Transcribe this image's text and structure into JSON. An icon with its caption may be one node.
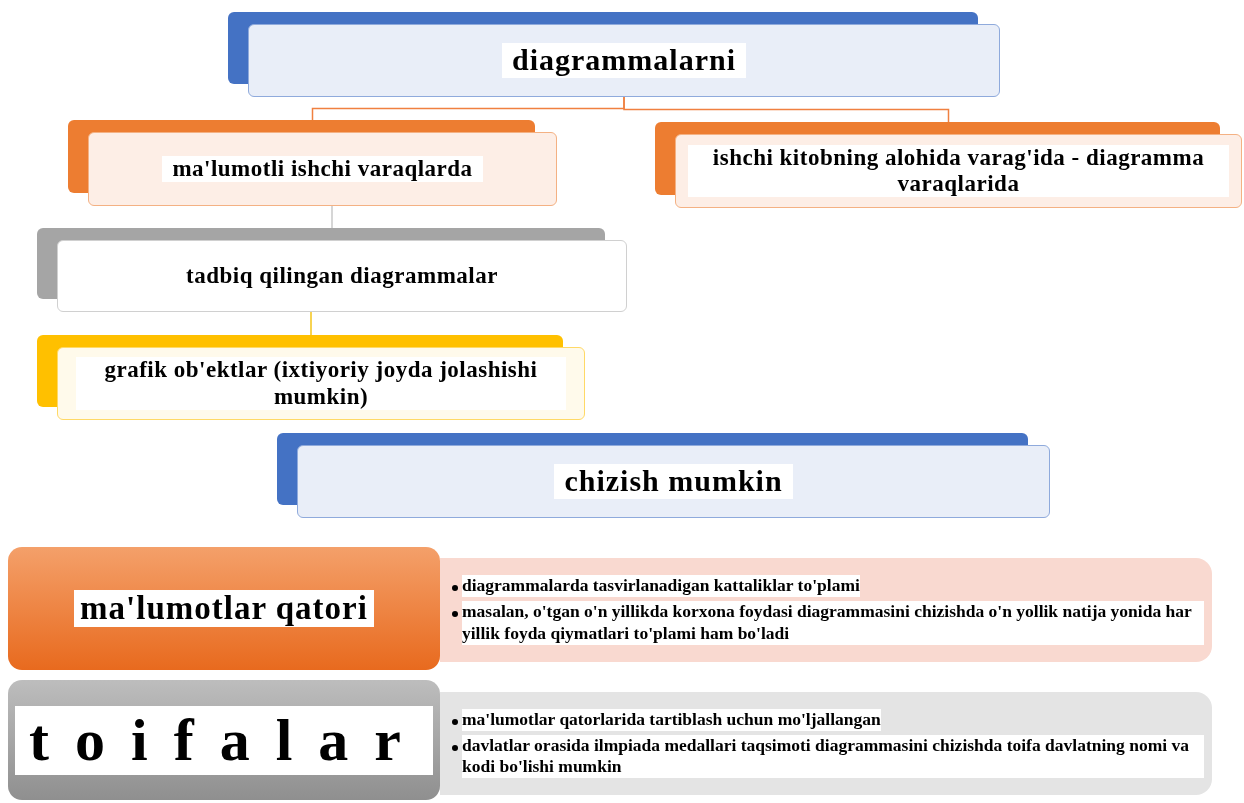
{
  "diagram": {
    "nodes": [
      {
        "text": [
          "diagrammalarni"
        ]
      },
      {
        "text": [
          "ma'lumotli ishchi varaqlarda"
        ]
      },
      {
        "text": [
          "ishchi kitobning alohida varag'ida - diagramma varaqlarida"
        ]
      },
      {
        "text": [
          "tadbiq qilingan diagrammalar"
        ]
      },
      {
        "text": [
          "grafik ob'ektlar (ixtiyoriy joyda jolashishi mumkin)"
        ]
      },
      {
        "text": [
          "chizish mumkin"
        ]
      },
      {
        "text": [
          "ma'lumotlar qatori"
        ]
      },
      {
        "text": [
          "diagrammalarda tasvirlanadigan kattaliklar to'plami",
          "masalan, o'tgan o'n yillikda korxona foydasi diagrammasini chizishda o'n yollik natija yonida har yillik foyda qiymatlari to'plami ham bo'ladi"
        ]
      },
      {
        "text": [
          "toifalar"
        ]
      },
      {
        "text": [
          "ma'lumotlar qatorlarida tartiblash uchun mo'ljallangan",
          "davlatlar orasida ilmpiada medallari taqsimoti diagrammasini chizishda toifa davlatning nomi va kodi bo'lishi mumkin"
        ]
      }
    ],
    "edges": [
      {
        "from": 0,
        "to": 1,
        "arrow": "none",
        "color": "#f08040"
      },
      {
        "from": 0,
        "to": 2,
        "arrow": "none",
        "color": "#f08040"
      },
      {
        "from": 1,
        "to": 3,
        "arrow": "none",
        "color": "#c8c8c8"
      },
      {
        "from": 3,
        "to": 4,
        "arrow": "none",
        "color": "#f5c518"
      }
    ]
  }
}
